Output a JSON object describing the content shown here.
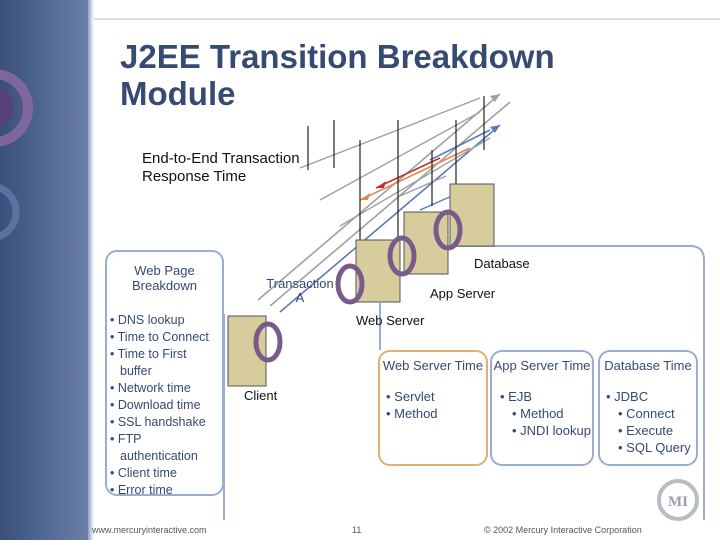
{
  "slide": {
    "title": "J2EE Transition Breakdown Module",
    "subtitle": "End-to-End Transaction Response Time"
  },
  "web_page_box": {
    "heading": "Web Page Breakdown",
    "items": [
      "• DNS lookup",
      "• Time to Connect",
      "• Time to First buffer",
      "• Network time",
      "• Download time",
      "• SSL handshake",
      "• FTP authentication",
      "• Client time",
      "• Error time"
    ]
  },
  "diagram": {
    "transaction_label": "Transaction A",
    "client_label": "Client",
    "web_server_label": "Web Server",
    "app_server_label": "App Server",
    "database_label": "Database"
  },
  "tiers": [
    {
      "heading": "Web Server Time",
      "items": [
        "• Servlet",
        "• Method"
      ]
    },
    {
      "heading": "App Server Time",
      "items": [
        "• EJB",
        "• Method",
        "• JNDI lookup"
      ]
    },
    {
      "heading": "Database Time",
      "items": [
        "• JDBC",
        "• Connect",
        "• Execute",
        "• SQL Query"
      ]
    }
  ],
  "footer": {
    "url": "www.mercuryinteractive.com",
    "page_number": "11",
    "copyright": "© 2002 Mercury Interactive Corporation",
    "logo_text": "MI"
  },
  "colors": {
    "title": "#364a72",
    "frame": "#9aaed0",
    "server_box": "#d6cc9c",
    "ring": "#7a5a8a",
    "arrow_gray": "#a0a0a0",
    "arrow_red": "#c0302a",
    "arrow_orange": "#e08a4a",
    "arrow_blue": "#5a7ab8"
  }
}
